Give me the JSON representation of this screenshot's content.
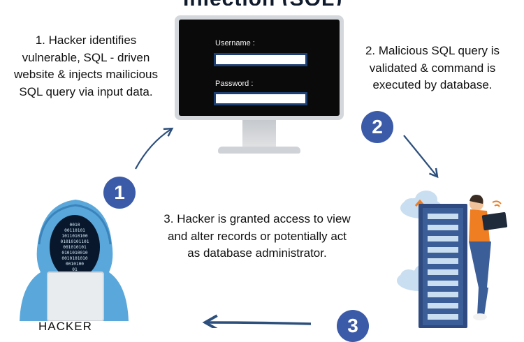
{
  "diagram": {
    "title_fragment": "Injection (SQL)",
    "steps": [
      {
        "number": "1",
        "text": "1. Hacker identifies vulnerable, SQL - driven website & injects mailicious SQL query via input data."
      },
      {
        "number": "2",
        "text": "2. Malicious SQL query is validated & command is executed by database."
      },
      {
        "number": "3",
        "text": "3. Hacker is granted access to view and alter records or potentially act as database administrator."
      }
    ],
    "login_form": {
      "username_label": "Username :",
      "password_label": "Password :"
    },
    "hacker_caption": "HACKER",
    "hacker_binary": [
      "0010",
      "00110101",
      "1011010100",
      "01010101101",
      "001010101",
      "0101010010",
      "0010101010",
      "0010100",
      "01"
    ],
    "colors": {
      "badge": "#3b5aa8",
      "arrow": "#2c4f7c",
      "hoodie": "#5aa8db",
      "server": "#3c5e98",
      "cloud": "#c9def0",
      "input_border": "#1e3f73",
      "person_shirt": "#ef7d22"
    }
  }
}
